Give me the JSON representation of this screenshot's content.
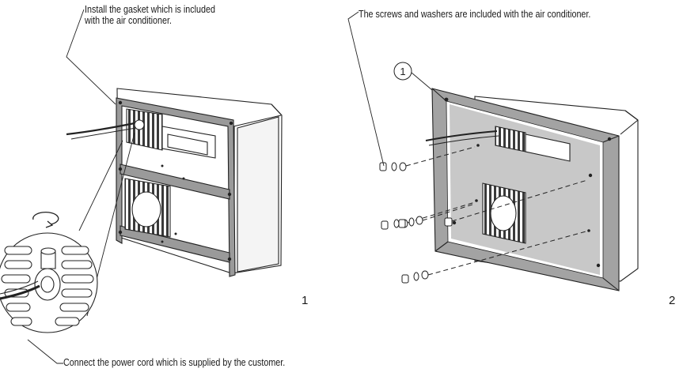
{
  "annotations": {
    "gasket_line1": "Install the gasket which is included",
    "gasket_line2": "with the air conditioner.",
    "screws": "The screws and washers are included with the air conditioner.",
    "power_cord": "Connect the power cord which is supplied by the customer."
  },
  "callout_number": "1",
  "steps": {
    "step1": "1",
    "step2": "2"
  }
}
